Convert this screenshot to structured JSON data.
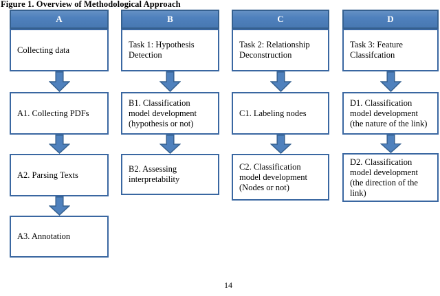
{
  "title": "Figure 1. Overview of Methodological Approach",
  "page_number": "14",
  "colors": {
    "header_fill": "#4F81BD",
    "header_border": "#35608F",
    "box_border": "#3A67A1",
    "arrow_fill": "#4F81BD",
    "arrow_border": "#35608F"
  },
  "columns": [
    {
      "header": "A",
      "boxes": [
        "Collecting data",
        "A1. Collecting PDFs",
        "A2. Parsing Texts",
        "A3. Annotation"
      ]
    },
    {
      "header": "B",
      "boxes": [
        "Task 1: Hypothesis\nDetection",
        "B1. Classification\nmodel development\n(hypothesis or not)",
        "B2. Assessing\ninterpretability"
      ]
    },
    {
      "header": "C",
      "boxes": [
        "Task 2: Relationship\nDeconstruction",
        "C1. Labeling nodes",
        "C2. Classification\nmodel development\n(Nodes or not)"
      ]
    },
    {
      "header": "D",
      "boxes": [
        "Task 3: Feature\nClassifcation",
        "D1. Classification\nmodel development\n(the nature of the link)",
        "D2. Classification\nmodel development\n(the direction of the\nlink)"
      ]
    }
  ]
}
